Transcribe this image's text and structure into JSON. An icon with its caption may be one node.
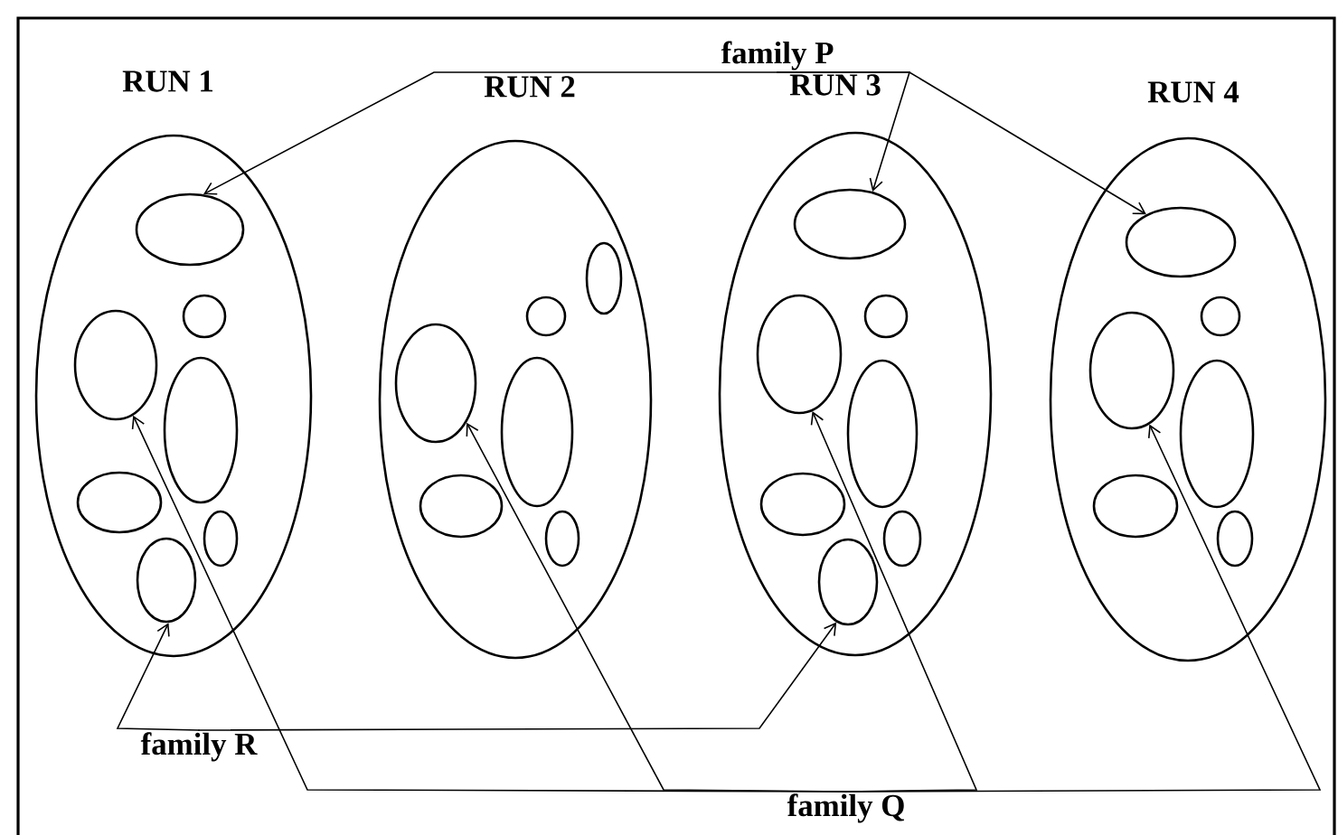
{
  "diagram": {
    "nodes": [
      {
        "text": [
          "family P"
        ]
      },
      {
        "text": [
          "RUN 1"
        ]
      },
      {
        "text": [],
        "shape": "ellipse",
        "in": 1
      },
      {
        "text": [],
        "shape": "circle",
        "in": 1
      },
      {
        "text": [],
        "shape": "ellipse",
        "in": 1
      },
      {
        "text": [],
        "shape": "ellipse",
        "in": 1
      },
      {
        "text": [],
        "shape": "ellipse",
        "in": 1
      },
      {
        "text": [],
        "shape": "ellipse",
        "in": 1
      },
      {
        "text": [],
        "shape": "ellipse",
        "in": 1
      },
      {
        "text": [
          "RUN 2"
        ]
      },
      {
        "text": [],
        "shape": "ellipse",
        "in": 9
      },
      {
        "text": [],
        "shape": "circle",
        "in": 9
      },
      {
        "text": [],
        "shape": "ellipse",
        "in": 9
      },
      {
        "text": [],
        "shape": "ellipse",
        "in": 9
      },
      {
        "text": [],
        "shape": "ellipse",
        "in": 9
      },
      {
        "text": [],
        "shape": "ellipse",
        "in": 9
      },
      {
        "text": [
          "RUN 3"
        ]
      },
      {
        "text": [],
        "shape": "ellipse",
        "in": 16
      },
      {
        "text": [],
        "shape": "circle",
        "in": 16
      },
      {
        "text": [],
        "shape": "ellipse",
        "in": 16
      },
      {
        "text": [],
        "shape": "ellipse",
        "in": 16
      },
      {
        "text": [],
        "shape": "ellipse",
        "in": 16
      },
      {
        "text": [],
        "shape": "ellipse",
        "in": 16
      },
      {
        "text": [],
        "shape": "ellipse",
        "in": 16
      },
      {
        "text": [
          "RUN 4"
        ]
      },
      {
        "text": [],
        "shape": "ellipse",
        "in": 24
      },
      {
        "text": [],
        "shape": "circle",
        "in": 24
      },
      {
        "text": [],
        "shape": "ellipse",
        "in": 24
      },
      {
        "text": [],
        "shape": "ellipse",
        "in": 24
      },
      {
        "text": [],
        "shape": "ellipse",
        "in": 24
      },
      {
        "text": [],
        "shape": "ellipse",
        "in": 24
      },
      {
        "text": [
          "family R"
        ]
      },
      {
        "text": [
          "family Q"
        ]
      }
    ],
    "edges": [
      {
        "from": 0,
        "to": 2,
        "arrow": "to"
      },
      {
        "from": 0,
        "to": 17,
        "arrow": "to"
      },
      {
        "from": 0,
        "to": 25,
        "arrow": "to"
      },
      {
        "from": 32,
        "to": 4,
        "arrow": "to"
      },
      {
        "from": 32,
        "to": 12,
        "arrow": "to"
      },
      {
        "from": 32,
        "to": 19,
        "arrow": "to"
      },
      {
        "from": 32,
        "to": 27,
        "arrow": "to"
      },
      {
        "from": 31,
        "to": 8,
        "arrow": "to"
      },
      {
        "from": 31,
        "to": 23,
        "arrow": "to"
      }
    ]
  }
}
